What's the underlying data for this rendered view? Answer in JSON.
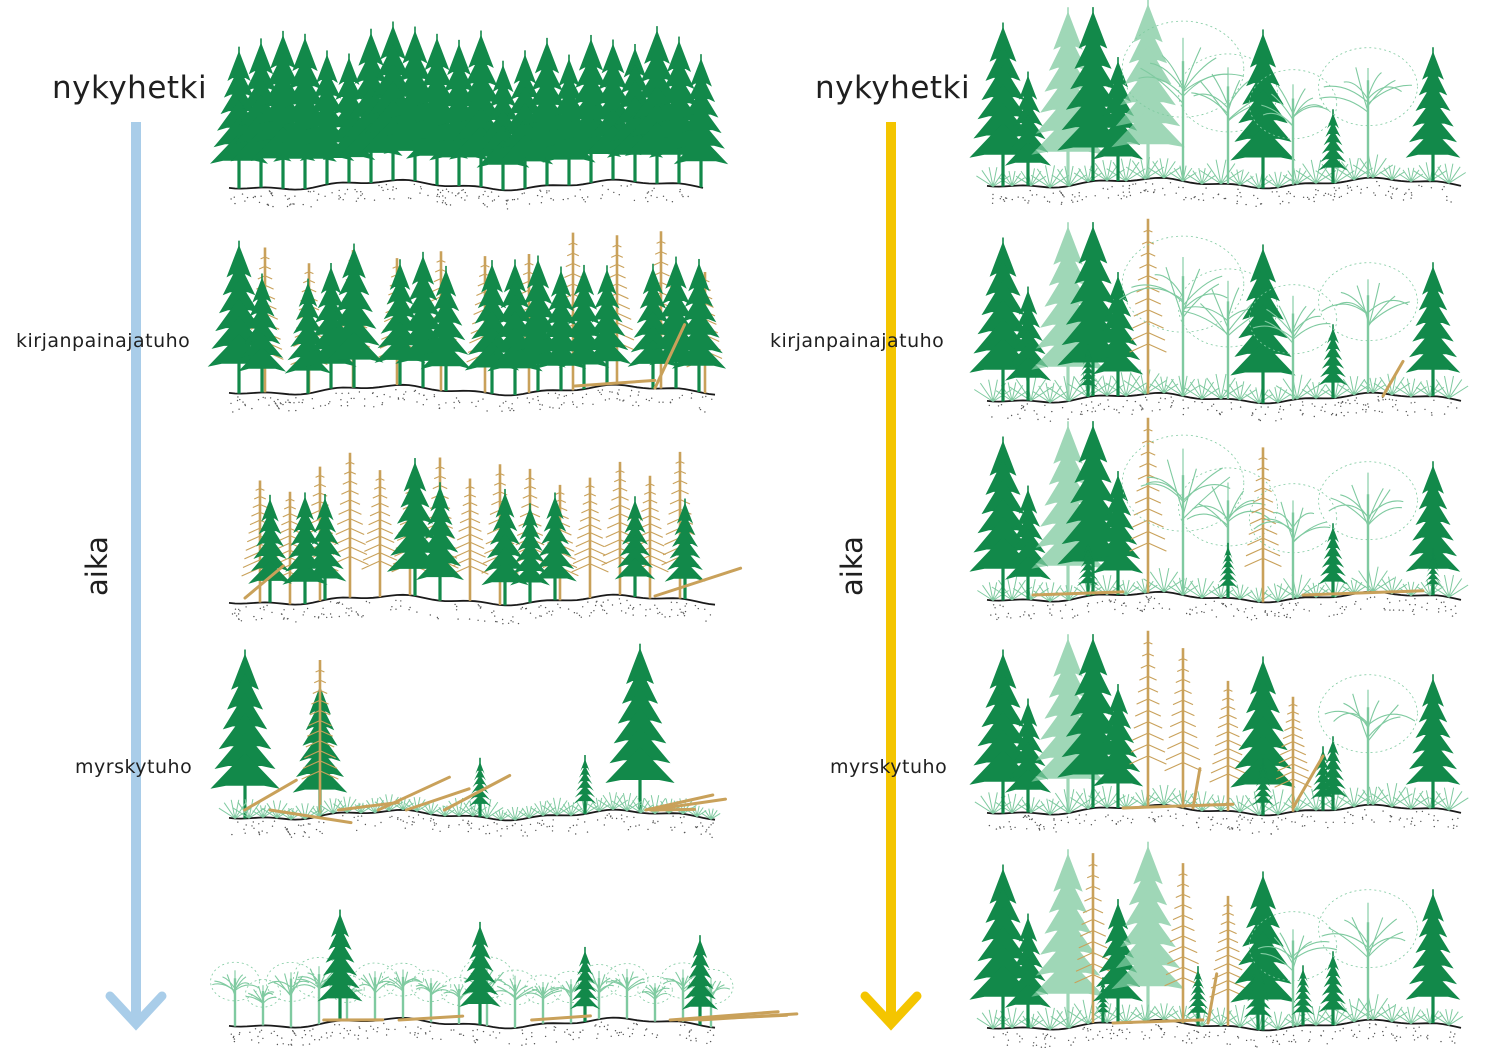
{
  "colors": {
    "living_spruce": "#12894a",
    "pale_green": "#7fcaa0",
    "dead_wood": "#c9a15a",
    "ground": "#1a1a1a",
    "arrow_left": "#a9cde9",
    "arrow_right": "#f4c500"
  },
  "left_panel": {
    "title": "nykyhetki",
    "axis_label": "aika",
    "events": {
      "bark_beetle": "kirjanpainajatuho",
      "storm": "myrskytuho"
    },
    "arrow_icon": "arrow-down-icon"
  },
  "right_panel": {
    "title": "nykyhetki",
    "axis_label": "aika",
    "events": {
      "bark_beetle": "kirjanpainajatuho",
      "storm": "myrskytuho"
    },
    "arrow_icon": "arrow-down-icon"
  }
}
